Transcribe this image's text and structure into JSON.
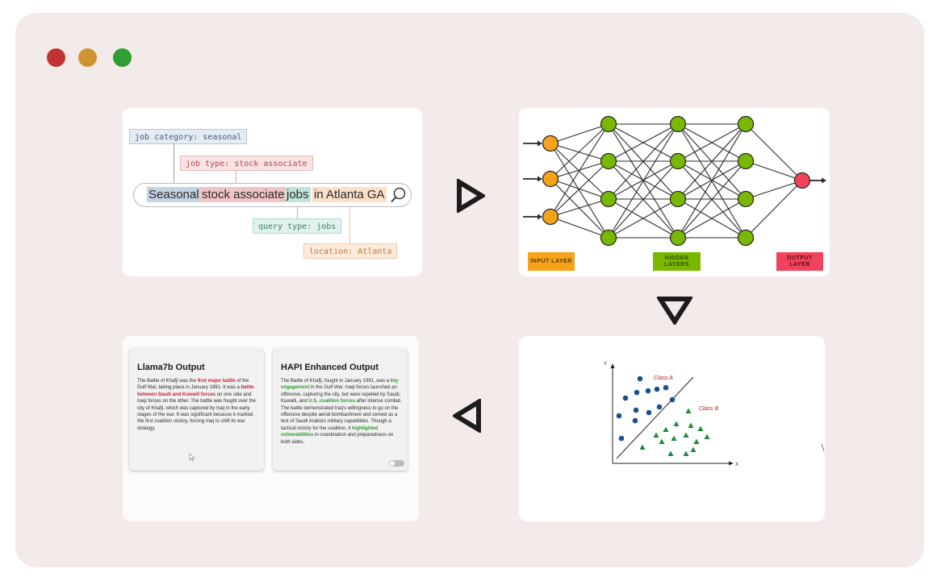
{
  "window": {
    "controls": [
      {
        "name": "close",
        "color": "#c13232"
      },
      {
        "name": "minimize",
        "color": "#cf9430"
      },
      {
        "name": "maximize",
        "color": "#2f9f2f"
      }
    ]
  },
  "query_panel": {
    "tags": {
      "job_category": "job category: seasonal",
      "job_type": "job type: stock associate",
      "query_type": "query type: jobs",
      "location": "location: Atlanta"
    },
    "search_segments": [
      "Seasonal",
      "stock associate",
      "jobs",
      "in Atlanta GA"
    ]
  },
  "network_panel": {
    "input_label": "INPUT LAYER",
    "hidden_label": "HIDDEN LAYERS",
    "output_label": "OUTPUT LAYER",
    "colors": {
      "input": "#f6a31a",
      "hidden": "#7ab800",
      "output": "#f0435b"
    }
  },
  "scatter_panel": {
    "x_label": "X",
    "y_label": "Y",
    "class_a_label": "Class A",
    "class_b_label": "Class B",
    "colors": {
      "class_a": "#1d4f91",
      "class_b": "#1f8a3a",
      "label": "#b01c1c"
    }
  },
  "comparison_panel": {
    "llama": {
      "title": "Llama7b Output",
      "text": [
        {
          "t": "The Battle of Khafji was the ",
          "h": ""
        },
        {
          "t": "first major battle",
          "h": "red"
        },
        {
          "t": " of the Gulf War, taking place in January 1991. It was a ",
          "h": ""
        },
        {
          "t": "battle between Saudi and Kuwaiti forces",
          "h": "red"
        },
        {
          "t": " on one side and Iraqi forces on the other. The battle was fought over the city of Khafji, which was captured by Iraq in the early stages of the war. It was significant because it marked the first coalition victory, forcing Iraq to shift its war strategy.",
          "h": ""
        }
      ]
    },
    "hapi": {
      "title": "HAPI Enhanced Output",
      "text": [
        {
          "t": "The Battle of Khafji, fought in January 1991, was a ",
          "h": ""
        },
        {
          "t": "key engagement",
          "h": "green"
        },
        {
          "t": " in the Gulf War. Iraqi forces launched an offensive, capturing the city, but were repelled by Saudi, Kuwaiti, and ",
          "h": ""
        },
        {
          "t": "U.S. coalition forces",
          "h": "green"
        },
        {
          "t": " after intense combat. The battle demonstrated Iraq's willingness to go on the offensive despite aerial bombardment and served as a test of Saudi Arabia's military capabilities. Though a tactical victory for the coalition, it ",
          "h": ""
        },
        {
          "t": "highlighted vulnerabilities",
          "h": "green"
        },
        {
          "t": " in coordination and preparedness on both sides.",
          "h": ""
        }
      ]
    }
  }
}
